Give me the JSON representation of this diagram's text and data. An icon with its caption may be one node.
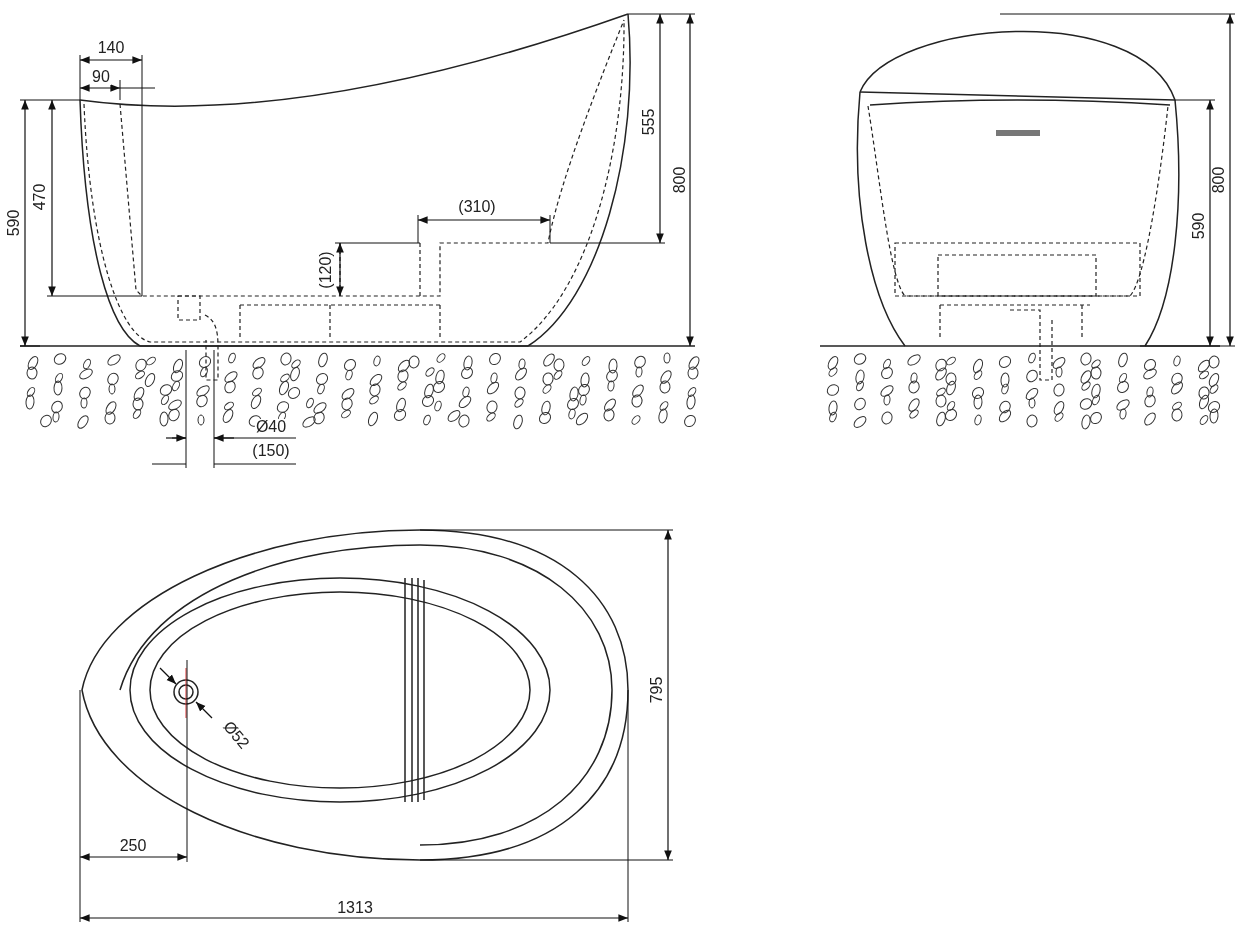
{
  "diagram": {
    "labels": [
      "140",
      "90",
      "590",
      "470",
      "(310)",
      "555",
      "800",
      "(120)",
      "Ø40",
      "(150)",
      "800",
      "590",
      "795",
      "Ø52",
      "250",
      "1313"
    ]
  }
}
